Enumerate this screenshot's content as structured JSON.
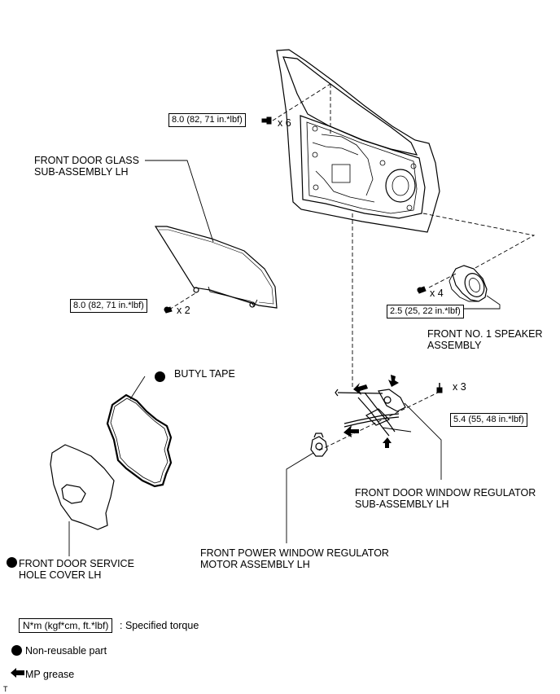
{
  "parts": {
    "glass": {
      "line1": "FRONT DOOR GLASS",
      "line2": "SUB-ASSEMBLY LH"
    },
    "speaker": {
      "line1": "FRONT NO. 1 SPEAKER",
      "line2": "ASSEMBLY"
    },
    "butyl": {
      "label": "BUTYL TAPE"
    },
    "hole_cover": {
      "line1": "FRONT DOOR SERVICE",
      "line2": "HOLE COVER LH"
    },
    "regulator": {
      "line1": "FRONT DOOR WINDOW REGULATOR",
      "line2": "SUB-ASSEMBLY LH"
    },
    "motor": {
      "line1": "FRONT POWER WINDOW REGULATOR",
      "line2": "MOTOR ASSEMBLY LH"
    }
  },
  "torques": {
    "door": {
      "value": "8.0 (82, 71 in.*lbf)",
      "qty": "x 6"
    },
    "glass": {
      "value": "8.0 (82, 71 in.*lbf)",
      "qty": "x 2"
    },
    "speaker": {
      "value": "2.5 (25, 22 in.*lbf)",
      "qty": "x 4"
    },
    "regulator": {
      "value": "5.4 (55, 48 in.*lbf)",
      "qty": "x 3"
    }
  },
  "legend": {
    "torque_box": "N*m (kgf*cm, ft.*lbf)",
    "torque_text": ": Specified torque",
    "nonreusable": "Non-reusable part",
    "grease": "MP grease"
  },
  "corner_mark": "T",
  "colors": {
    "line": "#000000",
    "background": "#ffffff"
  }
}
